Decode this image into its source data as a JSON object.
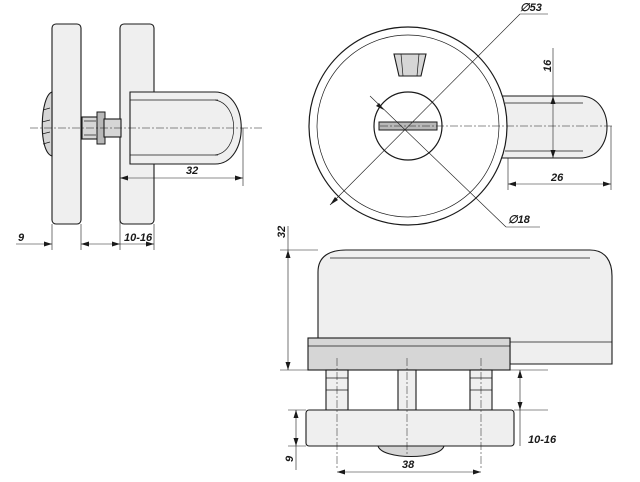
{
  "dimensions": {
    "side_view": {
      "length_32": "32",
      "plate_9": "9",
      "thickness_10_16": "10-16"
    },
    "front_view": {
      "diameter_53": "∅53",
      "height_16": "16",
      "length_26": "26",
      "diameter_18": "∅18"
    },
    "bottom_view": {
      "height_32": "32",
      "plate_9": "9",
      "thickness_10_16": "10-16",
      "spacing_38": "38"
    }
  },
  "colors": {
    "line": "#1a1a1a",
    "shade_light": "#efefef",
    "shade_mid": "#d6d6d6",
    "shade_dark": "#b8b8b8"
  }
}
